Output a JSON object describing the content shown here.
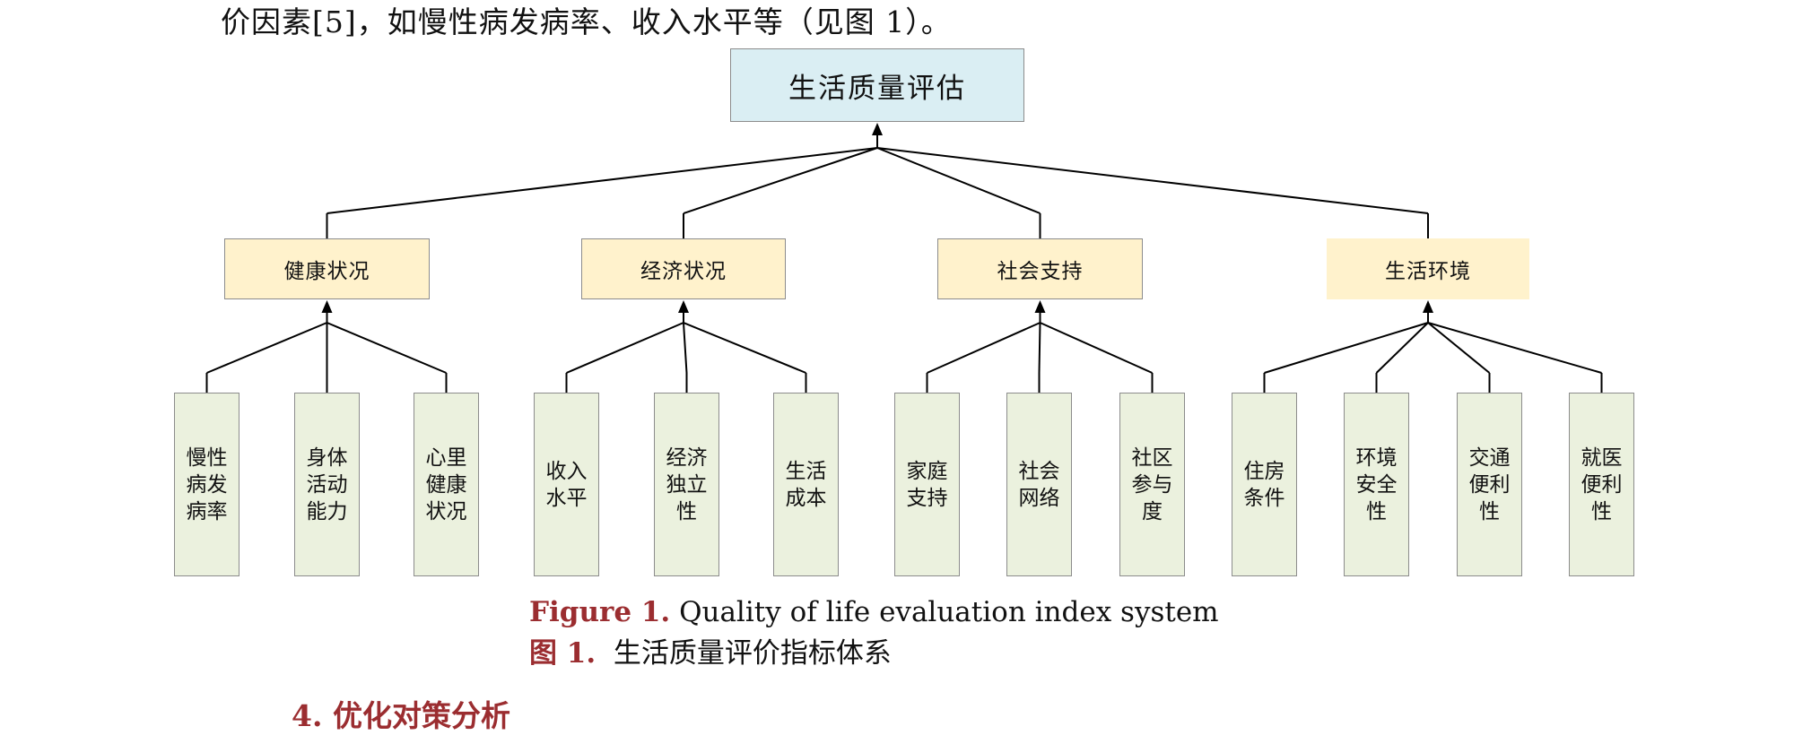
{
  "intro_text": "价因素[5]，如慢性病发病率、收入水平等（见图 1）。",
  "diagram": {
    "root": "生活质量评估",
    "categories": [
      {
        "label": "健康状况",
        "children": [
          "慢性病发病率",
          "身体活动能力",
          "心里健康状况"
        ]
      },
      {
        "label": "经济状况",
        "children": [
          "收入水平",
          "经济独立性",
          "生活成本"
        ]
      },
      {
        "label": "社会支持",
        "children": [
          "家庭支持",
          "社会网络",
          "社区参与度"
        ]
      },
      {
        "label": "生活环境",
        "children": [
          "住房条件",
          "环境安全性",
          "交通便利性",
          "就医便利性"
        ]
      }
    ]
  },
  "caption": {
    "en_label": "Figure 1.",
    "en_text": " Quality of life evaluation index system",
    "zh_label": "图 1.",
    "zh_text": "  生活质量评价指标体系"
  },
  "next_heading": "4. 优化对策分析"
}
